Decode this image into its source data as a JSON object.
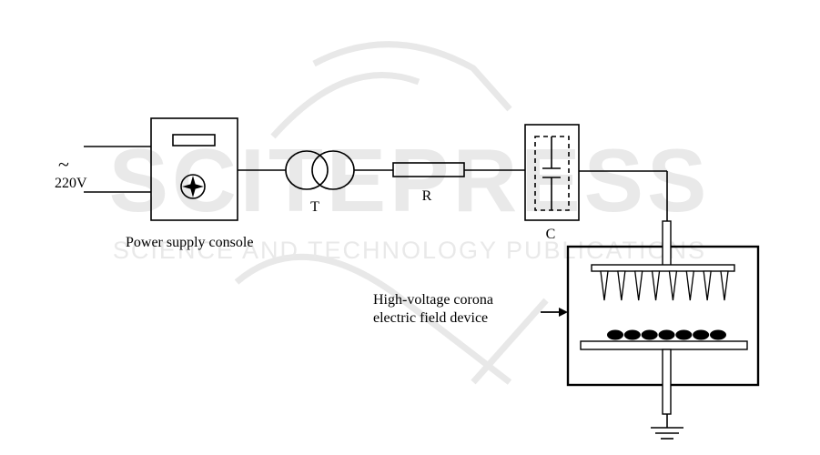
{
  "watermark": {
    "line1": "SCITEPRESS",
    "line2": "SCIENCE AND TECHNOLOGY PUBLICATIONS",
    "color": "#e6e6e6"
  },
  "diagram": {
    "source_symbol": "~",
    "source_voltage": "220V",
    "console_label": "Power supply console",
    "transformer_label": "T",
    "resistor_label": "R",
    "capacitor_label": "C",
    "device_label_line1": "High-voltage corona",
    "device_label_line2": "electric field device"
  },
  "needle_count": 8,
  "sample_count": 7,
  "line_color": "#000000"
}
